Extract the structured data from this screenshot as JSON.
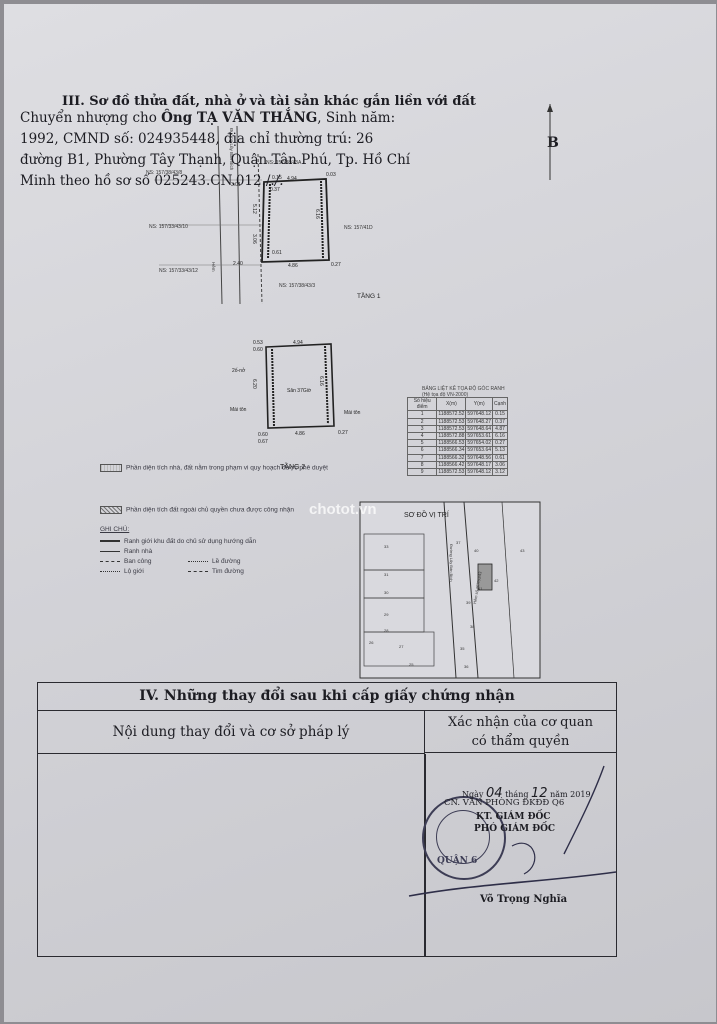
{
  "section3": {
    "heading": "III. Sơ đồ thửa đất, nhà ở và tài sản khác gắn liền với đất",
    "north_label": "B",
    "floor1_label": "TẦNG 1",
    "floor2_label": "TẦNG 2",
    "floor2_inner": "Sân 37Giờ",
    "labels": {
      "ns_top": "NS: 157/38/43A",
      "ns_left1": "NS: 157/38/43/8",
      "ns_left2": "NS: 157/33/43/10",
      "ns_left3": "NS: 157/33/43/12",
      "ns_right": "NS: 157/41D",
      "ns_bottom": "NS: 157/38/43/3",
      "road": "Đường Lũy Bán Bích",
      "alley": "Hẻm",
      "roof_left": "Mái tôn",
      "roof_right": "Mái tôn",
      "floor2_note": "2ố-nở"
    },
    "dims_f1": [
      "0.15",
      "4.94",
      "0.03",
      "3.01",
      "0.37",
      "5.12",
      "6.16",
      "0.61",
      "3.06",
      "2.40",
      "4.86",
      "0.27"
    ],
    "dims_f2": [
      "0.53",
      "0.60",
      "4.94",
      "6.20",
      "6.16",
      "0.60",
      "0.67",
      "4.86",
      "0.27"
    ]
  },
  "coords": {
    "caption": "BẢNG LIỆT KÊ TỌA ĐỘ GÓC RANH",
    "sub_caption": "(Hệ tọa độ VN-2000)",
    "headers": [
      "Số hiệu điểm",
      "X(m)",
      "Y(m)",
      "Cạnh"
    ],
    "rows": [
      [
        "1",
        "1188572.52",
        "597648.12",
        "0.15"
      ],
      [
        "2",
        "1188572.53",
        "597648.27",
        "0.37"
      ],
      [
        "3",
        "1188572.53",
        "597648.64",
        "4.87"
      ],
      [
        "4",
        "1188572.88",
        "597653.61",
        "6.16"
      ],
      [
        "5",
        "1188566.53",
        "597654.02",
        "0.27"
      ],
      [
        "6",
        "1188566.34",
        "597653.64",
        "5.13"
      ],
      [
        "7",
        "1188566.32",
        "597648.56",
        "0.61"
      ],
      [
        "8",
        "1188566.42",
        "597648.17",
        "3.06"
      ],
      [
        "9",
        "1188572.53",
        "597648.12",
        "3.12"
      ]
    ]
  },
  "legend": {
    "items": [
      "Phần diện tích nhà, đất nằm trong phạm vi quy hoạch được phê duyệt",
      "Phần diện tích đất ngoài chủ quyền chưa được công nhận"
    ],
    "notes_title": "GHI CHÚ:",
    "notes": [
      "Ranh giới khu đất do chủ sử dụng hướng dẫn",
      "Ranh nhà",
      "Ban công",
      "Lộ giới",
      "Lề đường",
      "Tim đường"
    ]
  },
  "site_plan": {
    "title": "SƠ ĐỒ VỊ TRÍ",
    "lot_labels": [
      "33",
      "31",
      "30",
      "29",
      "28",
      "27",
      "26",
      "25",
      "40",
      "41",
      "42",
      "43",
      "39",
      "38",
      "37",
      "35",
      "36"
    ],
    "street": "Đường Lũy Bán Bích",
    "alley": "Hẻm số 157/33/43"
  },
  "watermark": "chotot.vn",
  "section4": {
    "title": "IV. Những thay đổi sau khi cấp giấy chứng nhận",
    "col_left": "Nội dung thay đổi và cơ sở pháp lý",
    "col_right_line1": "Xác nhận của cơ quan",
    "col_right_line2": "có thẩm quyền",
    "entry": {
      "t1": "Chuyển nhượng cho ",
      "name": "Ông TẠ VĂN THẮNG",
      "t2": ", Sinh năm: 1992, CMND số: 024935448, địa chỉ thường trú: 26 đường B1, Phường Tây Thạnh, Quận Tân Phú, Tp. Hồ Chí Minh theo hồ sơ số 025243.CN.012./.",
      "t3": "/."
    },
    "sign": {
      "date_prefix": "Ngày",
      "day": "04",
      "month_prefix": "tháng",
      "month": "12",
      "year_text": "năm 2019",
      "line1": "CN. VĂN PHÒNG ĐKĐĐ Q6",
      "line2": "KT. GIÁM ĐỐC",
      "line3": "PHÓ GIÁM ĐỐC",
      "stamp_text": "QUẬN 6",
      "signer": "Võ Trọng Nghĩa"
    }
  }
}
